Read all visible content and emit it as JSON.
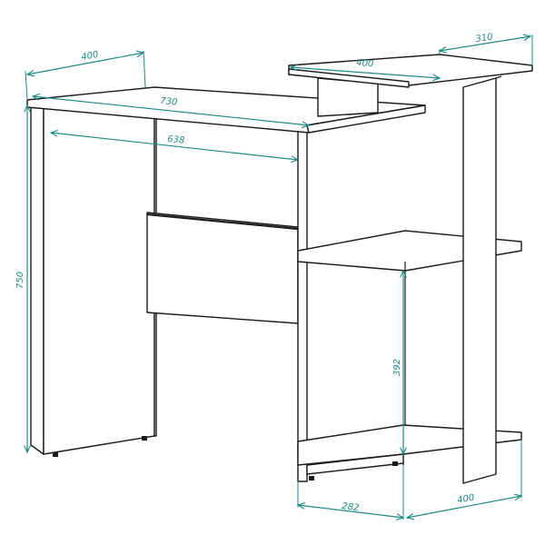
{
  "drawing": {
    "subject": "desk",
    "line_color": "#1b1b1b",
    "dimension_color": "#1e8a84",
    "units": "mm"
  },
  "dimensions": {
    "desk_depth": "400",
    "desk_width": "730",
    "inner_width": "638",
    "height": "750",
    "top_shelf_width": "400",
    "top_shelf_depth": "310",
    "shelf_gap": "392",
    "bottom_width": "282",
    "bottom_depth": "400"
  }
}
